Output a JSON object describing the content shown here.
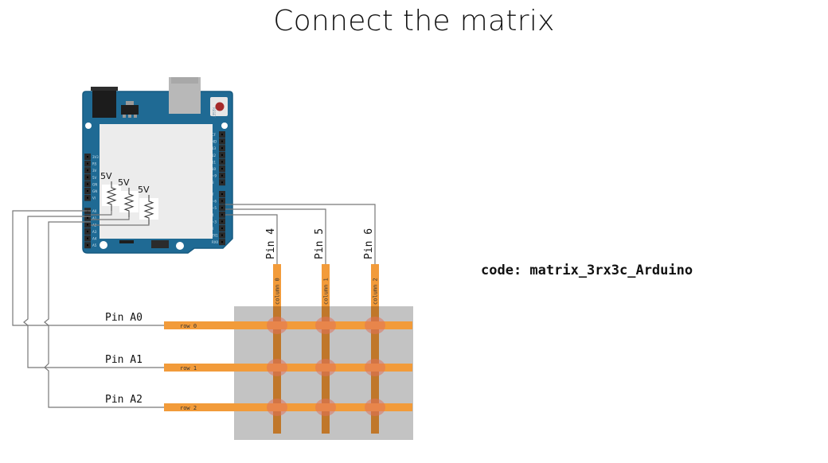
{
  "title": "Connect the matrix",
  "code_label": "code: matrix_3rx3c_Arduino",
  "board": {
    "name": "Arduino Uno",
    "reset_label": "RESET",
    "left_pin_labels": [
      "3V3",
      "RS",
      "3V",
      "5V",
      "GN",
      "GN",
      "VI",
      "A0",
      "A1",
      "A2",
      "A3",
      "A4",
      "A5"
    ],
    "right_pin_labels_top": [
      "CF",
      "ND",
      "13",
      "12",
      "11",
      "10",
      "~9",
      "8"
    ],
    "right_pin_labels_bottom": [
      "7",
      "~6",
      "~5",
      "4",
      "~3",
      "2",
      "TX1",
      "RX0"
    ],
    "colors": {
      "board": "#1f6a94",
      "board_edge": "#175a80",
      "shield": "#ececec",
      "header": "#2b2b2b",
      "jack": "#1c1c1c",
      "usb": "#b8b8b8",
      "reset": "#a52a2a"
    }
  },
  "resistors": [
    {
      "label": "5V"
    },
    {
      "label": "5V"
    },
    {
      "label": "5V"
    }
  ],
  "column_pins": [
    {
      "label": "Pin 4",
      "strip": "column 0"
    },
    {
      "label": "Pin 5",
      "strip": "column 1"
    },
    {
      "label": "Pin 6",
      "strip": "column 2"
    }
  ],
  "row_pins": [
    {
      "label": "Pin A0",
      "strip": "row 0"
    },
    {
      "label": "Pin A1",
      "strip": "row 1"
    },
    {
      "label": "Pin A2",
      "strip": "row 2"
    }
  ],
  "matrix": {
    "rows": 3,
    "columns": 3,
    "colors": {
      "panel": "#c3c3c3",
      "row_strip": "#f29b3a",
      "column_strip": "#c0772a",
      "junction": "#e0735a",
      "wire": "#777777"
    }
  }
}
